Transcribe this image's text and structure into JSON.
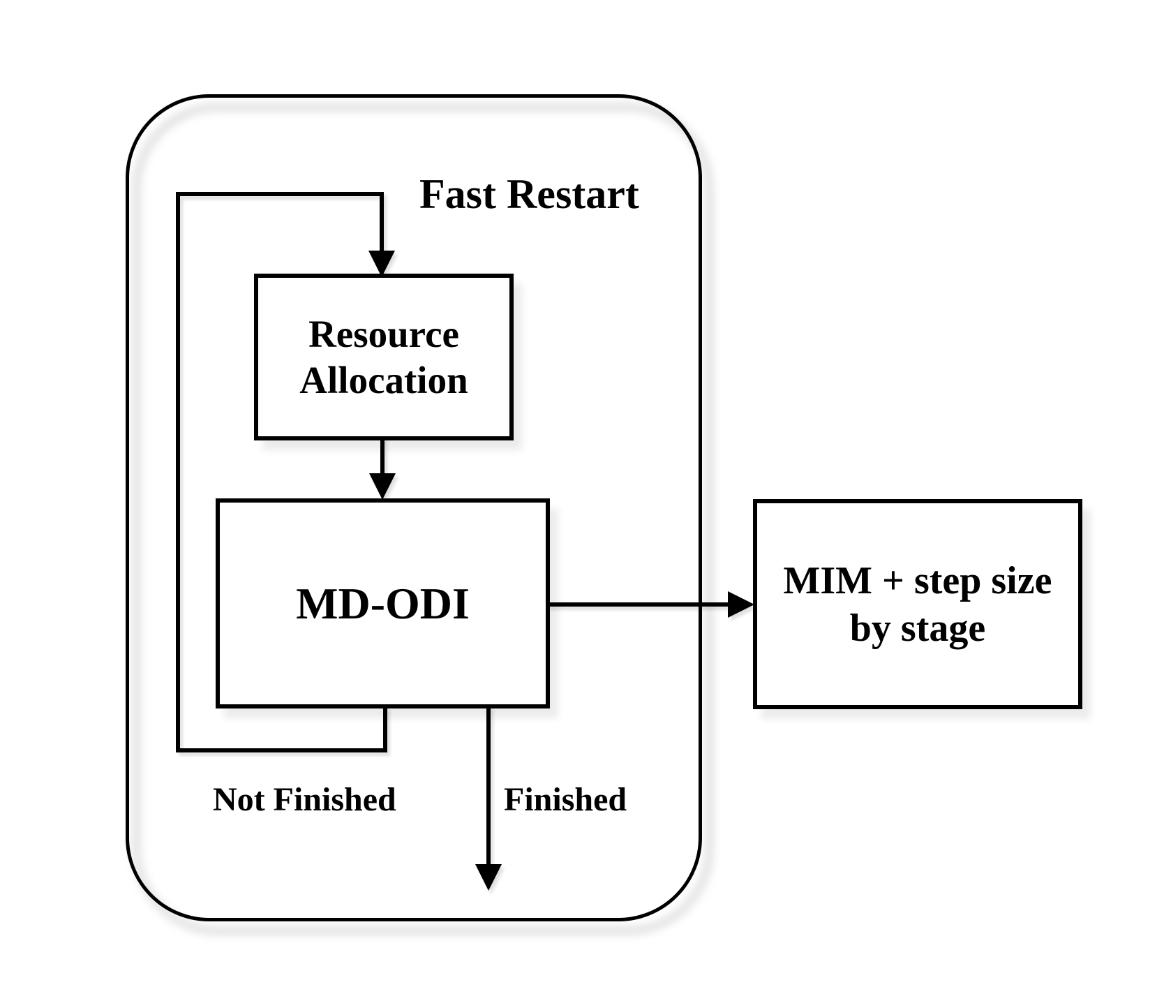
{
  "diagram": {
    "container": {
      "label": "Fast Restart"
    },
    "nodes": [
      {
        "id": "resource-allocation",
        "label": "Resource Allocation",
        "lines": [
          "Resource",
          "Allocation"
        ]
      },
      {
        "id": "md-odi",
        "label": "MD-ODI",
        "lines": [
          "MD-ODI"
        ]
      },
      {
        "id": "mim-step-size",
        "label": "MIM + step size by stage",
        "lines": [
          "MIM + step size",
          "by stage"
        ]
      }
    ],
    "edges": [
      {
        "from": "md-odi",
        "to": "resource-allocation",
        "type": "loop-back",
        "label": "Not Finished"
      },
      {
        "from": "md-odi",
        "to": "exit-bottom",
        "type": "arrow",
        "label": "Finished"
      },
      {
        "from": "resource-allocation",
        "to": "md-odi",
        "type": "arrow",
        "label": ""
      },
      {
        "from": "md-odi",
        "to": "mim-step-size",
        "type": "arrow",
        "label": ""
      }
    ],
    "colors": {
      "line": "#000000",
      "background": "#ffffff",
      "text": "#000000",
      "shadow": "#bdbdbd"
    }
  }
}
